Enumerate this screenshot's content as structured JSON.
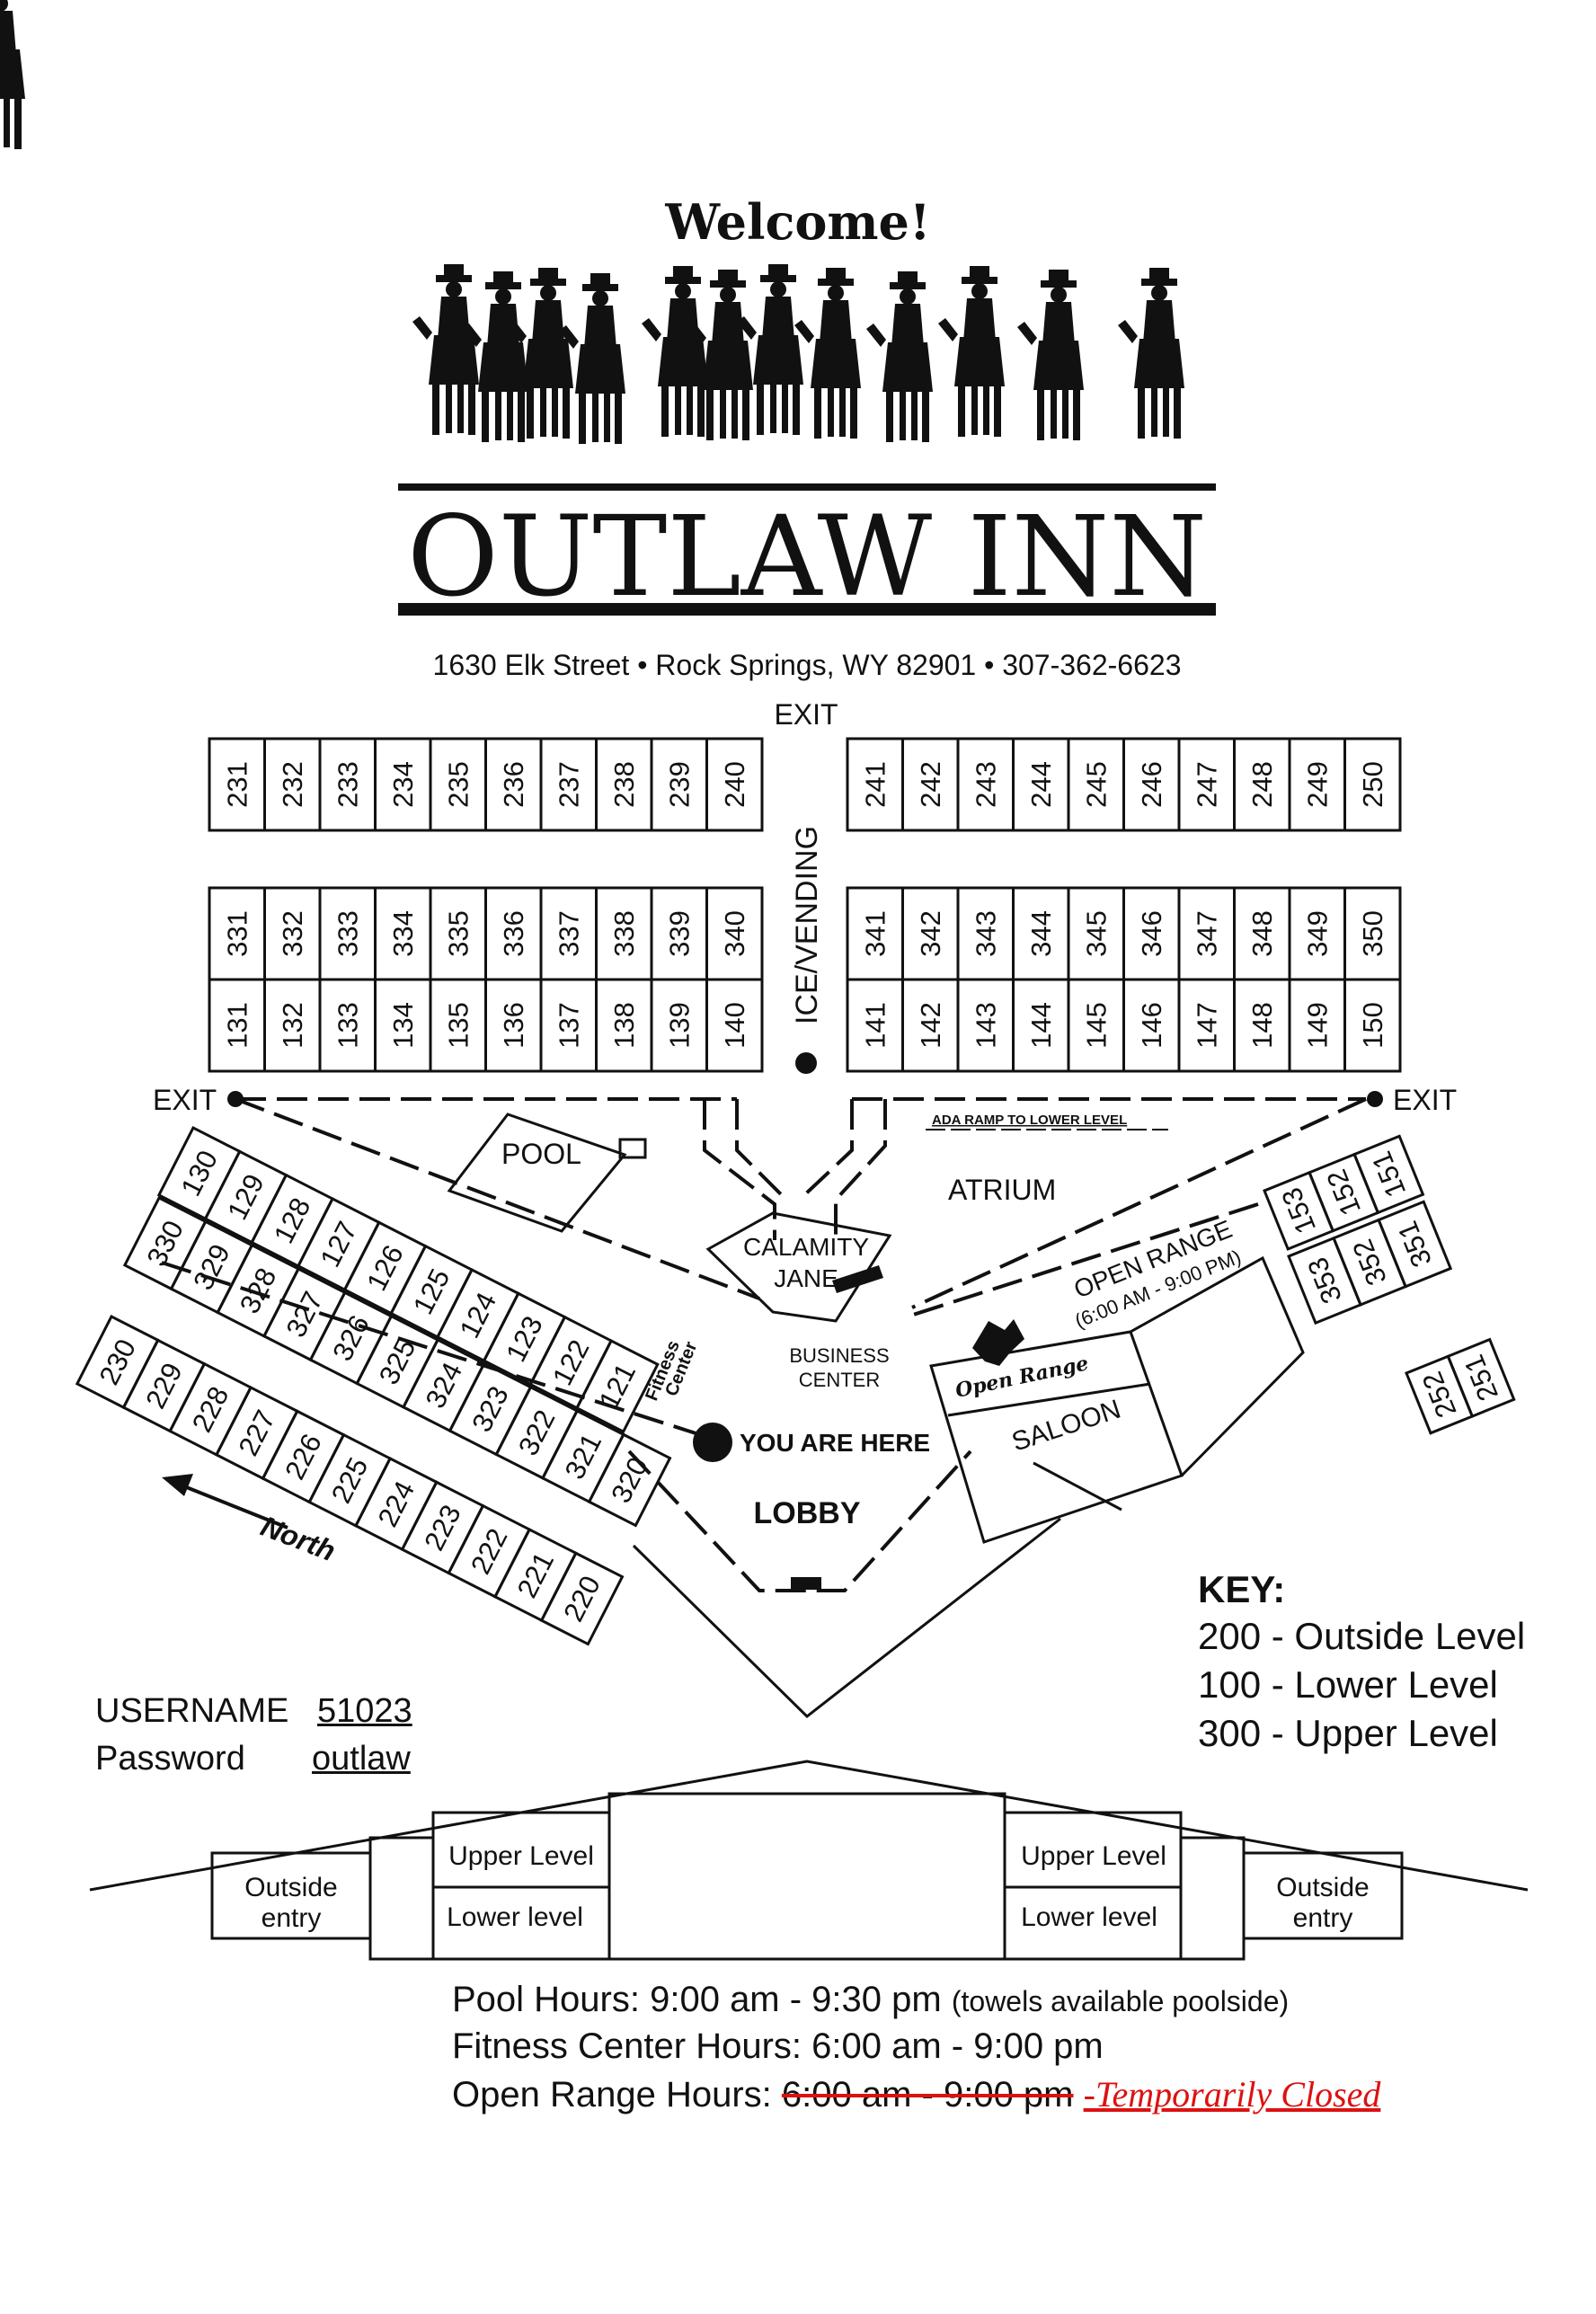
{
  "header": {
    "welcome": "Welcome!",
    "brand": "OUTLAW INN",
    "address": "1630 Elk Street • Rock Springs, WY 82901 • 307-362-6623"
  },
  "rooms": {
    "top_left": [
      "231",
      "232",
      "233",
      "234",
      "235",
      "236",
      "237",
      "238",
      "239",
      "240"
    ],
    "top_right": [
      "241",
      "242",
      "243",
      "244",
      "245",
      "246",
      "247",
      "248",
      "249",
      "250"
    ],
    "upper_left": [
      "331",
      "332",
      "333",
      "334",
      "335",
      "336",
      "337",
      "338",
      "339",
      "340"
    ],
    "upper_right": [
      "341",
      "342",
      "343",
      "344",
      "345",
      "346",
      "347",
      "348",
      "349",
      "350"
    ],
    "lower_left": [
      "131",
      "132",
      "133",
      "134",
      "135",
      "136",
      "137",
      "138",
      "139",
      "140"
    ],
    "lower_right": [
      "141",
      "142",
      "143",
      "144",
      "145",
      "146",
      "147",
      "148",
      "149",
      "150"
    ],
    "wing_100": [
      "130",
      "129",
      "128",
      "127",
      "126",
      "125",
      "124",
      "123",
      "122",
      "121"
    ],
    "wing_300": [
      "330",
      "329",
      "328",
      "327",
      "326",
      "325",
      "324",
      "323",
      "322",
      "321",
      "320"
    ],
    "wing_200": [
      "230",
      "229",
      "228",
      "227",
      "226",
      "225",
      "224",
      "223",
      "222",
      "221",
      "220"
    ],
    "east_upper": [
      "153",
      "152",
      "151"
    ],
    "east_lower": [
      "353",
      "352",
      "351"
    ],
    "east_outside": [
      "252",
      "251"
    ]
  },
  "labels": {
    "exit_top": "EXIT",
    "exit_left": "EXIT",
    "exit_right": "EXIT",
    "ice_vending": "ICE/VENDING",
    "ada_ramp": "ADA RAMP TO LOWER LEVEL",
    "pool": "POOL",
    "atrium": "ATRIUM",
    "calamity_1": "CALAMITY",
    "calamity_2": "JANE",
    "open_range_1": "OPEN RANGE",
    "open_range_2": "(6:00 AM - 9:00 PM)",
    "open_range_logo": "Open Range",
    "business_1": "BUSINESS",
    "business_2": "CENTER",
    "fitness_1": "Fitness",
    "fitness_2": "Center",
    "saloon": "SALOON",
    "you_are_here": "YOU ARE HERE",
    "lobby": "LOBBY",
    "north": "North"
  },
  "key": {
    "title": "KEY",
    "lines": [
      "200 - Outside Level",
      "100 - Lower Level",
      "300 - Upper Level"
    ]
  },
  "credentials": {
    "username_label": "USERNAME",
    "username": "51023",
    "password_label": "Password",
    "password": "outlaw"
  },
  "section": {
    "outside_entry_1": "Outside",
    "outside_entry_2": "entry",
    "upper_level": "Upper Level",
    "lower_level": "Lower level"
  },
  "hours": {
    "pool_label": "Pool Hours: 9:00 am - 9:30 pm",
    "pool_note": "(towels available poolside)",
    "fitness": "Fitness Center Hours: 6:00 am - 9:00 pm",
    "open_range_label": "Open Range Hours:",
    "open_range_struck": "6:00 am - 9:00 pm",
    "open_range_status": "-Temporarily Closed"
  }
}
